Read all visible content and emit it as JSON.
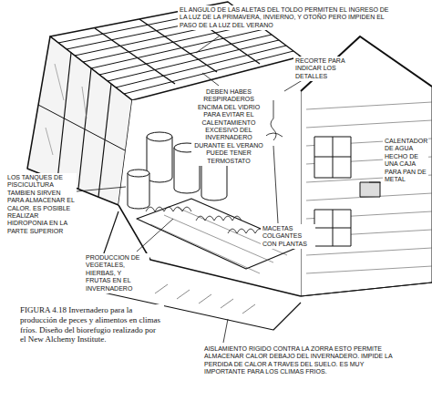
{
  "diagram": {
    "caption": "FIGURA 4.18 Invernadero para la producción de peces y alimentos en climas fríos. Diseño del biorefugio realizado por el New Alchemy Institute.",
    "labels": [
      "EL ANGULO DE LAS ALETAS DEL TOLDO PERMITEN EL INGRESO DE LA LUZ DE LA PRIMAVERA, INVIERNO, Y OTOÑO PERO IMPIDEN EL PASO DE LA LUZ DEL VERANO",
      "RECORTE PARA INDICAR LOS DETALLES",
      "DEBEN HABES RESPIRADEROS ENCIMA DEL VIDRIO PARA EVITAR EL CALENTAMIENTO EXCESIVO DEL INVERNADERO DURANTE EL VERANO PUEDE TENER TERMOSTATO",
      "CALENTADOR DE AGUA HECHO DE UNA CAJA PARA PAN DE METAL",
      "LOS TANQUES DE PISCICULTURA TAMBIEN SIRVEN PARA ALMACENAR EL CALOR. ES POSIBLE REALIZAR HIDROPONIA EN LA PARTE SUPERIOR",
      "MACETAS COLGANTES CON PLANTAS",
      "PRODUCCION DE VEGETALES, HIERBAS, Y FRUTAS EN EL INVERNADERO",
      "AISLAMIENTO RIGIDO CONTRA LA ZORRA ESTO PERMITE ALMACENAR CALOR DEBAJO DEL INVERNADERO. IMPIDE LA PERDIDA DE CALOR A TRAVES DEL SUELO. ES MUY IMPORTANTE PARA LOS CLIMAS FRIOS."
    ]
  }
}
